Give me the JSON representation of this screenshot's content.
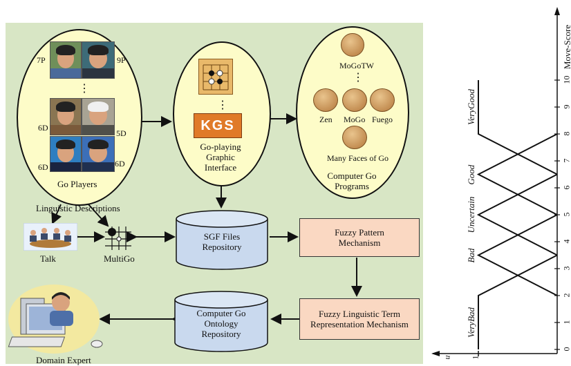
{
  "left_diagram": {
    "players": {
      "title": "Go Players",
      "ranks": [
        "7P",
        "9P",
        "6D",
        "5D",
        "6D",
        "6D"
      ],
      "ellipsis": "⋮"
    },
    "interface": {
      "kgs_logo": "KGS",
      "title": "Go-playing Graphic Interface",
      "ellipsis": "⋮"
    },
    "programs": {
      "top": "MoGoTW",
      "row": [
        "Zen",
        "MoGo",
        "Fuego"
      ],
      "bottom": "Many Faces of Go",
      "title": "Computer Go Programs",
      "ellipsis": "⋮"
    },
    "linguistic_label": "Linguistic Descriptions",
    "talk_label": "Talk",
    "multigo_label": "MultiGo",
    "sgf_repo": "SGF Files Repository",
    "ontology_repo": "Computer Go Ontology Repository",
    "fuzzy_pattern": "Fuzzy Pattern Mechanism",
    "fuzzy_term": "Fuzzy Linguistic Term Representation Mechanism",
    "domain_expert": "Domain Expert"
  },
  "right_chart": {
    "axis_label": "Move-Score",
    "u_label": "u",
    "one_label": "1",
    "ticks": [
      "0",
      "1",
      "2",
      "3",
      "4",
      "5",
      "6",
      "7",
      "8",
      "9",
      "10"
    ],
    "terms": [
      "VeryBad",
      "Bad",
      "Uncertain",
      "Good",
      "VeryGood"
    ],
    "term_points": {
      "VeryBad": [
        [
          0,
          1
        ],
        [
          2,
          1
        ],
        [
          3.5,
          0
        ]
      ],
      "Bad": [
        [
          2,
          0
        ],
        [
          3.5,
          1
        ],
        [
          5,
          0
        ]
      ],
      "Uncertain": [
        [
          3.5,
          0
        ],
        [
          5,
          1
        ],
        [
          6.5,
          0
        ]
      ],
      "Good": [
        [
          5,
          0
        ],
        [
          6.5,
          1
        ],
        [
          8,
          0
        ]
      ],
      "VeryGood": [
        [
          6.5,
          0
        ],
        [
          8,
          1
        ],
        [
          10,
          1
        ]
      ]
    }
  }
}
